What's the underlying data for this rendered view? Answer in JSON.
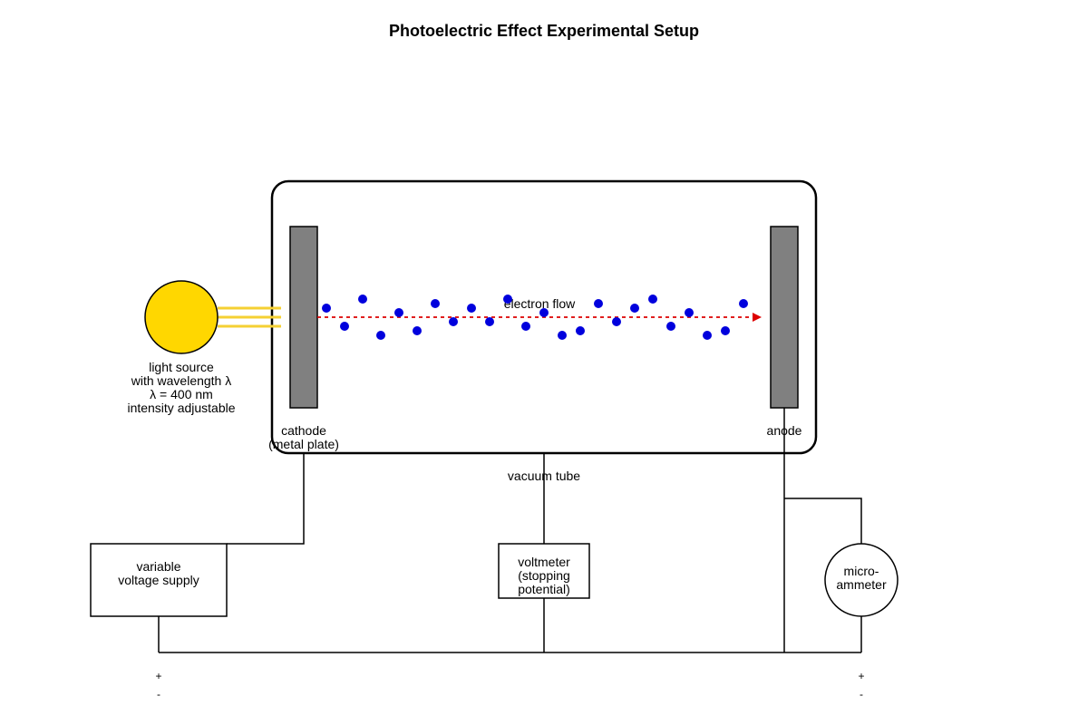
{
  "title": "Photoelectric Effect Experimental Setup",
  "light_source": {
    "lines": [
      "light source",
      "with wavelength λ",
      "λ = 400 nm",
      "intensity adjustable"
    ],
    "fill_color": "#FFD700",
    "ray_color": "#F5D033"
  },
  "tube": {
    "label": "vacuum tube"
  },
  "cathode": {
    "lines": [
      "cathode",
      "(metal plate)"
    ]
  },
  "anode": {
    "label": "anode"
  },
  "electron_flow": {
    "label": "electron flow",
    "color": "#DD0000"
  },
  "electrons": {
    "color": "#0000DD",
    "count": 24
  },
  "supply": {
    "lines": [
      "variable",
      "voltage supply"
    ]
  },
  "voltmeter": {
    "lines": [
      "voltmeter",
      "(stopping",
      "potential)"
    ]
  },
  "ammeter": {
    "lines": [
      "micro-",
      "ammeter"
    ]
  },
  "terminals": {
    "plus": "+",
    "minus": "-"
  }
}
